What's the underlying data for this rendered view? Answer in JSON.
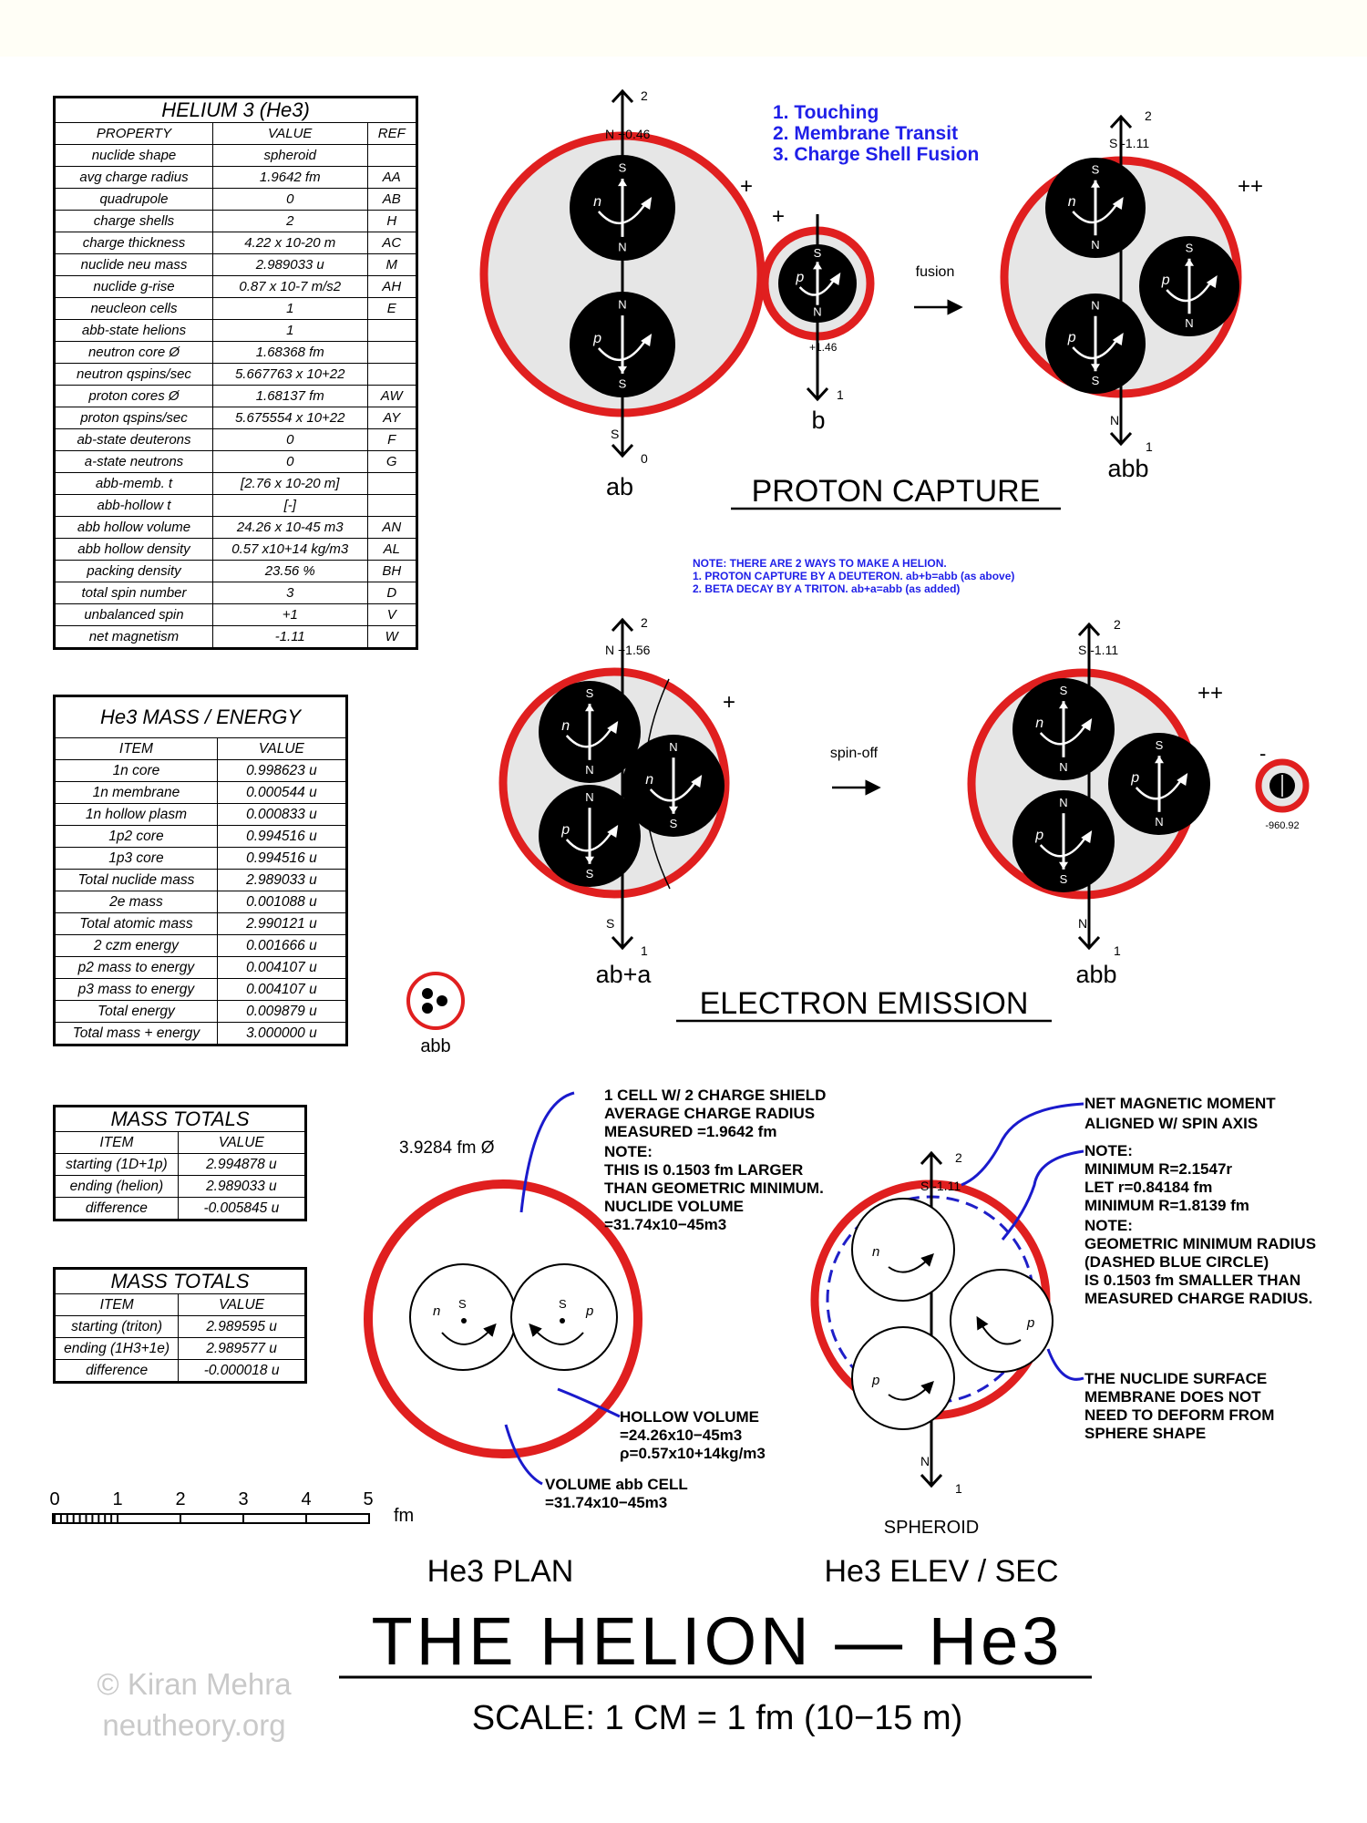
{
  "properties_table": {
    "title": "HELIUM 3 (He3)",
    "headers": [
      "PROPERTY",
      "VALUE",
      "REF"
    ],
    "rows": [
      [
        "nuclide shape",
        "spheroid",
        ""
      ],
      [
        "avg charge radius",
        "1.9642 fm",
        "AA"
      ],
      [
        "quadrupole",
        "0",
        "AB"
      ],
      [
        "charge shells",
        "2",
        "H"
      ],
      [
        "charge thickness",
        "4.22 x 10-20 m",
        "AC"
      ],
      [
        "nuclide neu mass",
        "2.989033 u",
        "M"
      ],
      [
        "nuclide g-rise",
        "0.87 x 10-7 m/s2",
        "AH"
      ],
      [
        "neucleon cells",
        "1",
        "E"
      ],
      [
        "abb-state helions",
        "1",
        ""
      ],
      [
        "neutron core Ø",
        "1.68368 fm",
        ""
      ],
      [
        "neutron qspins/sec",
        "5.667763 x 10+22",
        ""
      ],
      [
        "proton cores Ø",
        "1.68137 fm",
        "AW"
      ],
      [
        "proton qspins/sec",
        "5.675554 x 10+22",
        "AY"
      ],
      [
        "ab-state deuterons",
        "0",
        "F"
      ],
      [
        "a-state neutrons",
        "0",
        "G"
      ],
      [
        "abb-memb. t",
        "[2.76 x 10-20 m]",
        ""
      ],
      [
        "abb-hollow t",
        "[-]",
        ""
      ],
      [
        "abb hollow volume",
        "24.26 x 10-45 m3",
        "AN"
      ],
      [
        "abb hollow density",
        "0.57 x10+14 kg/m3",
        "AL"
      ],
      [
        "packing density",
        "23.56 %",
        "BH"
      ],
      [
        "total spin number",
        "3",
        "D"
      ],
      [
        "unbalanced spin",
        "+1",
        "V"
      ],
      [
        "net magnetism",
        "-1.11",
        "W"
      ]
    ]
  },
  "mass_energy_table": {
    "title": "He3 MASS / ENERGY",
    "headers": [
      "ITEM",
      "VALUE"
    ],
    "rows": [
      [
        "1n core",
        "0.998623 u"
      ],
      [
        "1n membrane",
        "0.000544 u"
      ],
      [
        "1n hollow plasm",
        "0.000833 u"
      ],
      [
        "1p2 core",
        "0.994516 u"
      ],
      [
        "1p3 core",
        "0.994516 u"
      ],
      [
        "Total nuclide mass",
        "2.989033 u"
      ],
      [
        "2e mass",
        "0.001088 u"
      ],
      [
        "Total atomic mass",
        "2.990121 u"
      ],
      [
        "2 czm energy",
        "0.001666 u"
      ],
      [
        "p2 mass to energy",
        "0.004107 u"
      ],
      [
        "p3 mass to energy",
        "0.004107 u"
      ],
      [
        "Total energy",
        "0.009879 u"
      ],
      [
        "Total mass + energy",
        "3.000000 u"
      ]
    ]
  },
  "mass_totals_1": {
    "title": "MASS TOTALS",
    "headers": [
      "ITEM",
      "VALUE"
    ],
    "rows": [
      [
        "starting (1D+1p)",
        "2.994878 u"
      ],
      [
        "ending (helion)",
        "2.989033 u"
      ],
      [
        "difference",
        "-0.005845 u"
      ]
    ]
  },
  "mass_totals_2": {
    "title": "MASS TOTALS",
    "headers": [
      "ITEM",
      "VALUE"
    ],
    "rows": [
      [
        "starting (triton)",
        "2.989595 u"
      ],
      [
        "ending (1H3+1e)",
        "2.989577 u"
      ],
      [
        "difference",
        "-0.000018 u"
      ]
    ]
  },
  "proton_capture": {
    "steps": [
      "1.  Touching",
      "2.  Membrane Transit",
      "3.  Charge Shell Fusion"
    ],
    "title": "PROTON CAPTURE",
    "left_label": "ab",
    "proton_label": "b",
    "right_label": "abb",
    "arrow_label": "fusion",
    "left_top_axis": "N +0.46",
    "left_bottom_axis": "S",
    "left_axis_top_num": "2",
    "left_axis_bottom_num": "0",
    "proton_top_axis": "S",
    "proton_bottom_value": "+1.46",
    "proton_axis_num": "1",
    "right_top_axis": "S -1.11",
    "right_bottom_axis": "N",
    "right_axis_top_num": "2",
    "right_axis_bottom_num": "1",
    "left_charge": "+",
    "proton_charge": "+",
    "right_charge": "++"
  },
  "electron_emission": {
    "note_line1": "NOTE:  THERE ARE 2 WAYS TO MAKE A HELION.",
    "note_line2": "1.  PROTON CAPTURE BY A DEUTERON.  ab+b=abb  (as above)",
    "note_line3": "2.  BETA DECAY BY A TRITON.  ab+a=abb  (as added)",
    "title": "ELECTRON EMISSION",
    "left_label": "ab+a",
    "right_label": "abb",
    "arrow_label": "spin-off",
    "left_top_axis": "N +1.56",
    "left_bottom_axis": "S",
    "right_top_axis": "S -1.11",
    "right_bottom_axis": "N",
    "axis_top_num": "2",
    "axis_bottom_num": "1",
    "left_charge": "+",
    "right_charge": "++",
    "electron_charge": "-",
    "electron_value": "-960.92"
  },
  "small_icon_label": "abb",
  "plan": {
    "diameter": "3.9284 fm Ø",
    "title": "He3 PLAN",
    "note1": [
      "1 CELL W/ 2 CHARGE SHIELD",
      "AVERAGE CHARGE RADIUS",
      "MEASURED =1.9642  fm",
      "NOTE:",
      "THIS IS 0.1503  fm LARGER",
      "THAN GEOMETRIC MINIMUM.",
      "NUCLIDE VOLUME",
      "=31.74x10−45m3"
    ],
    "note2": [
      "HOLLOW VOLUME",
      "=24.26x10−45m3",
      "ρ=0.57x10+14kg/m3"
    ],
    "note3": [
      "VOLUME abb CELL",
      "=31.74x10−45m3"
    ]
  },
  "elevation": {
    "title": "He3 ELEV / SEC",
    "shape": "SPHEROID",
    "top_axis": "S -1.11",
    "bottom_axis": "N",
    "axis_top_num": "2",
    "axis_bottom_num": "1",
    "note1": [
      "NET MAGNETIC MOMENT",
      "ALIGNED W/ SPIN AXIS"
    ],
    "note2": [
      "NOTE:",
      "MINIMUM R=2.1547r",
      "LET r=0.84184  fm",
      "MINIMUM R=1.8139  fm",
      "NOTE:",
      "GEOMETRIC MINIMUM RADIUS",
      "(DASHED BLUE CIRCLE)",
      "IS 0.1503  fm SMALLER THAN",
      "MEASURED CHARGE RADIUS."
    ],
    "note3": [
      "THE NUCLIDE SURFACE",
      "MEMBRANE DOES NOT",
      "NEED TO DEFORM FROM",
      "SPHERE SHAPE"
    ]
  },
  "scale_bar": {
    "ticks": [
      "0",
      "1",
      "2",
      "3",
      "4",
      "5"
    ],
    "unit": "fm"
  },
  "main_title": "THE HELION — He3",
  "scale_text": "SCALE:  1  CM  =  1  fm  (10−15  m)",
  "copyright": [
    "© Kiran Mehra",
    "neutheory.org"
  ],
  "colors": {
    "shell_red": "#e01f1f",
    "dashed_blue": "#1f1fc8",
    "note_blue": "#1f1fe8",
    "fill_grey": "#e6e6e6",
    "core_black": "#000000",
    "leader_blue": "#1a1acc"
  }
}
